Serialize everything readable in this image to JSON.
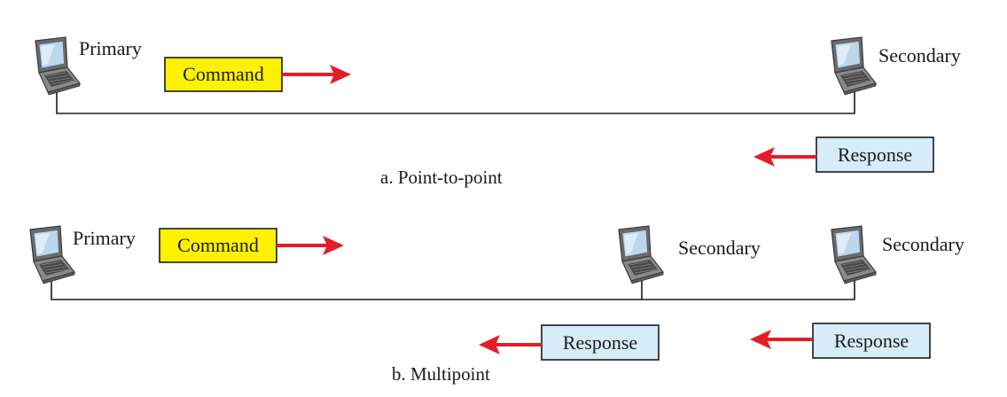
{
  "colors": {
    "command_fill": "#fff200",
    "response_fill": "#d6ecf8",
    "arrow": "#e41e26",
    "line": "#1a1a1a"
  },
  "point_to_point": {
    "caption": "a. Point-to-point",
    "primary_label": "Primary",
    "secondary_label": "Secondary",
    "command_label": "Command",
    "response_label": "Response"
  },
  "multipoint": {
    "caption": "b. Multipoint",
    "primary_label": "Primary",
    "secondary_1_label": "Secondary",
    "secondary_2_label": "Secondary",
    "command_label": "Command",
    "response_1_label": "Response",
    "response_2_label": "Response"
  }
}
